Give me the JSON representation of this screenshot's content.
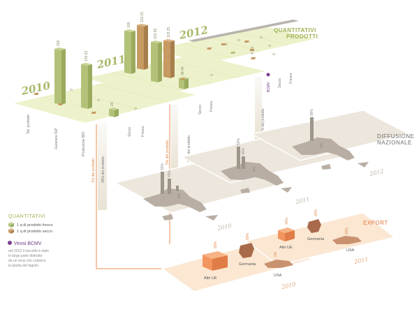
{
  "title_quantities": [
    "QUANTITATIVI",
    "PRODOTTI"
  ],
  "title_diffusion": [
    "DIFFUSIONE",
    "NAZIONALE"
  ],
  "title_export": "EXPORT",
  "years": {
    "y2010": "2010",
    "y2011": "2011",
    "y2012": "2012"
  },
  "row_labels": [
    "Tot. prodotto",
    "Garanzia IGP",
    "Produzione BIO",
    "Secco",
    "Fresco"
  ],
  "row_labels_2012": [
    "BCMV",
    "Secco",
    "Fresco"
  ],
  "bar_values": {
    "y2010_fresh": "156",
    "y2010_dry": "0",
    "y2010_igp_fresh": "142.62",
    "y2010_igp_dry": "0",
    "y2010_bio_fresh": "20",
    "y2010_bio_dry": "0",
    "y2011_fresh": "105",
    "y2011_dry": "118.15",
    "y2011_igp_fresh": "123.65",
    "y2011_igp_dry": "123.25",
    "y2011_bio_fresh": "39.40",
    "y2011_bio_dry": "0",
    "y2012_a": "0",
    "y2012_b": "0",
    "y2012_c": "0",
    "y2012_d": "4.1.5",
    "y2012_e": "0",
    "y2012_f": "0"
  },
  "flow_labels": {
    "f2010_out": "1% del prodotto",
    "f2010_in": "99% del prodotto",
    "f2011_out": "5% del prodotto",
    "f2011_in": "95% del prodotto",
    "f2012_in": "100% del prodotto"
  },
  "diffusion": {
    "d2010_a": "50%",
    "d2010_b": "45%",
    "d2010_c": "5%",
    "d2011_a": "50%",
    "d2011_b": "45%",
    "d2011_c": "5%",
    "d2012_a": "99%",
    "d2012_b": "1%"
  },
  "export": {
    "e2010_ue": "50%",
    "e2010_de": "50%",
    "e2010_us": "0%",
    "e2011_ue": "40%",
    "e2011_de": "40%",
    "e2011_us": "20%",
    "labels": {
      "ue": "Altri UE",
      "de": "Germania",
      "us": "USA"
    }
  },
  "legend": {
    "heading": "QUANTITATIVI",
    "fresh": "1 q di prodotto fresco",
    "dry": "1 q di prodotto secco"
  },
  "virus": {
    "heading": "Virosi BCMV",
    "lines": [
      "nel 2012 il raccolto è stato",
      "in larga parte distrutto",
      "da un virus che colpisce",
      "la pianta del fagiolo."
    ]
  },
  "colors": {
    "grid_green": "#eef2cc",
    "bar_green": "#b2c279",
    "bar_brown": "#c69a62",
    "panel_gray": "#ece6dc",
    "italy_gray": "#b8aea3",
    "export_peach": "#fbe7d2",
    "export_orange": "#f2955f",
    "export_brown": "#a86a4a",
    "virus_purple": "#7b3f91"
  }
}
